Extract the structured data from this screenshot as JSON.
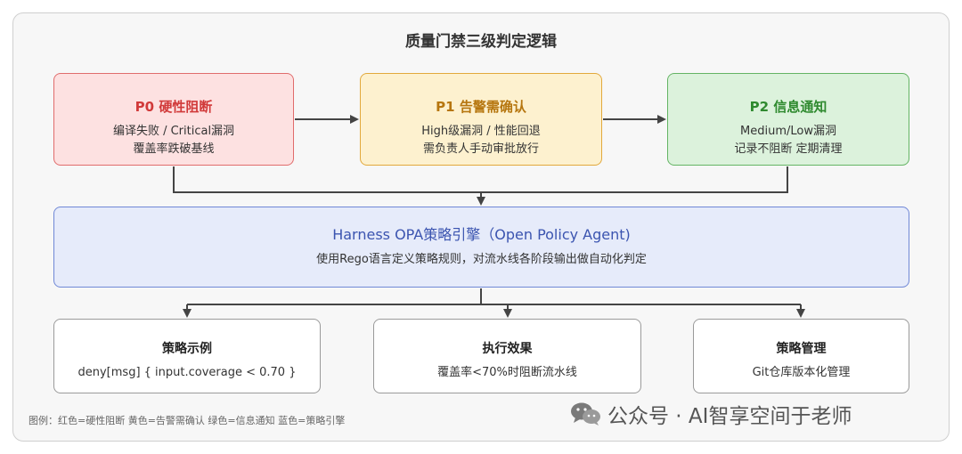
{
  "title": "质量门禁三级判定逻辑",
  "p0": {
    "heading": "P0 硬性阻断",
    "line1": "编译失败 / Critical漏洞",
    "line2": "覆盖率跌破基线"
  },
  "p1": {
    "heading": "P1 告警需确认",
    "line1": "High级漏洞 / 性能回退",
    "line2": "需负责人手动审批放行"
  },
  "p2": {
    "heading": "P2 信息通知",
    "line1": "Medium/Low漏洞",
    "line2": "记录不阻断 定期清理"
  },
  "opa": {
    "heading": "Harness OPA策略引擎（Open Policy Agent)",
    "line1": "使用Rego语言定义策略规则，对流水线各阶段输出做自动化判定"
  },
  "examples": [
    {
      "heading": "策略示例",
      "line1": "deny[msg] { input.coverage < 0.70 }"
    },
    {
      "heading": "执行效果",
      "line1": "覆盖率<70%时阻断流水线"
    },
    {
      "heading": "策略管理",
      "line1": "Git仓库版本化管理"
    }
  ],
  "legend": "图例：红色=硬性阻断 黄色=告警需确认 绿色=信息通知 蓝色=策略引擎",
  "watermark": "公众号 · AI智享空间于老师",
  "colors": {
    "p0": "#e06c6c",
    "p1": "#e2a93c",
    "p2": "#64b464",
    "opa": "#7088d6"
  }
}
